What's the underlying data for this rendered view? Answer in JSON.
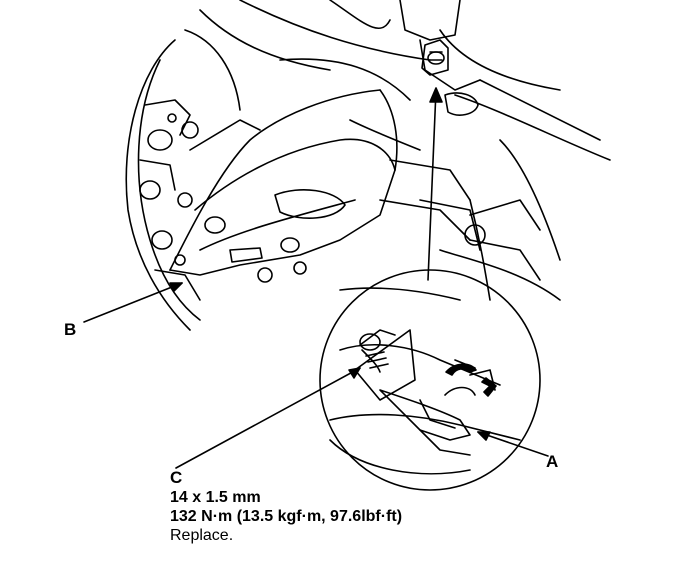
{
  "labels": {
    "a": "A",
    "b": "B",
    "c": "C"
  },
  "spec": {
    "size": "14 x 1.5 mm",
    "torque": "132 N·m (13.5 kgf·m, 97.6lbf·ft)",
    "note": "Replace."
  },
  "colors": {
    "ink": "#000000",
    "paper": "#ffffff"
  }
}
